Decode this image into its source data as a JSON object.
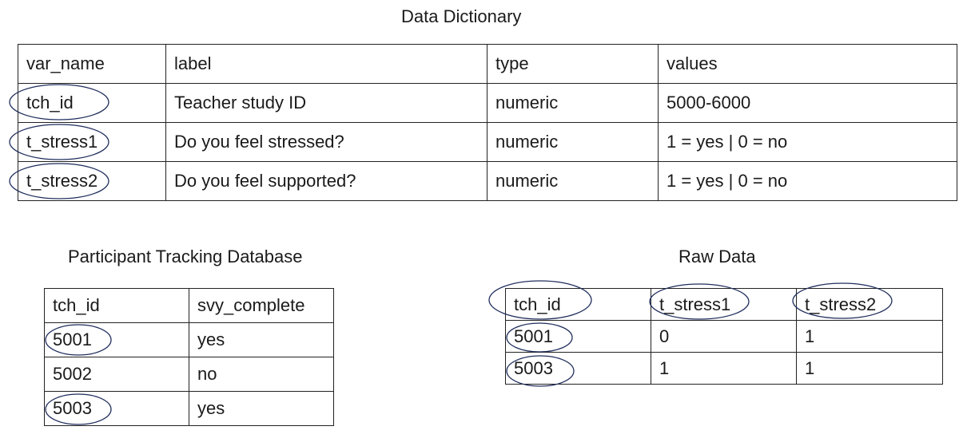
{
  "data_dictionary": {
    "title": "Data Dictionary",
    "columns": [
      "var_name",
      "label",
      "type",
      "values"
    ],
    "rows": [
      [
        "tch_id",
        "Teacher study ID",
        "numeric",
        "5000-6000"
      ],
      [
        "t_stress1",
        "Do you feel stressed?",
        "numeric",
        "1 = yes | 0 = no"
      ],
      [
        "t_stress2",
        "Do you feel supported?",
        "numeric",
        "1 = yes | 0 = no"
      ]
    ]
  },
  "participant_tracking": {
    "title": "Participant Tracking Database",
    "columns": [
      "tch_id",
      "svy_complete"
    ],
    "rows": [
      [
        "5001",
        "yes"
      ],
      [
        "5002",
        "no"
      ],
      [
        "5003",
        "yes"
      ]
    ]
  },
  "raw_data": {
    "title": "Raw Data",
    "columns": [
      "tch_id",
      "t_stress1",
      "t_stress2"
    ],
    "rows": [
      [
        "5001",
        "0",
        "1"
      ],
      [
        "5003",
        "1",
        "1"
      ]
    ]
  },
  "annotation_color": "#1f2d5c"
}
